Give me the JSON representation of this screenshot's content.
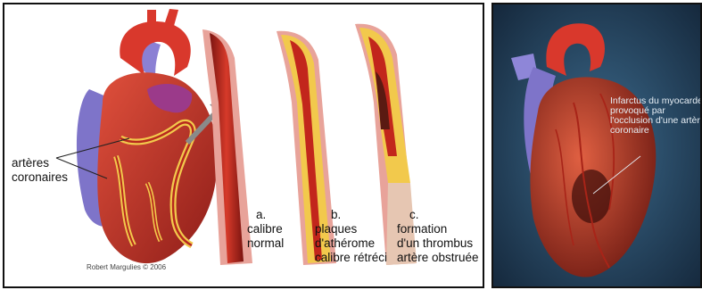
{
  "left_panel": {
    "coronary_label": [
      "artères",
      "coronaires"
    ],
    "credit": "Robert Margulies © 2006",
    "stages": [
      {
        "letter": "a.",
        "lines": [
          "calibre",
          "normal"
        ]
      },
      {
        "letter": "b.",
        "lines": [
          "plaques",
          "d'athérome",
          "calibre rétréci"
        ]
      },
      {
        "letter": "c.",
        "lines": [
          "formation",
          "d'un thrombus",
          "artère obstruée"
        ]
      }
    ]
  },
  "right_panel": {
    "caption_lines": [
      "Infarctus du myocarde",
      "provoqué par",
      "l'occlusion d'une artère",
      "coronaire"
    ]
  },
  "colors": {
    "heart_red": "#c8302a",
    "aorta_red": "#d9382c",
    "vein_blue": "#7e74c9",
    "plaque_yellow": "#f2c94c",
    "thrombus": "#5a1a12",
    "right_bg": "#1e3a55"
  }
}
